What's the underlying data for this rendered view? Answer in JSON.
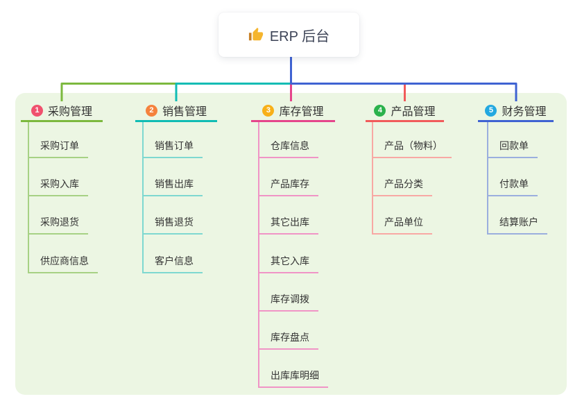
{
  "root": {
    "label": "ERP 后台",
    "icon": "thumbs-up-icon"
  },
  "canvas": {
    "background": "#ffffff",
    "panel_background": "#ecf6e3"
  },
  "connector_root_color": "#4a5fd0",
  "branches": [
    {
      "index": "1",
      "label": "采购管理",
      "badge_color": "#f0516e",
      "line_color": "#7cb93e",
      "child_line_color": "#a6d184",
      "children": [
        "采购订单",
        "采购入库",
        "采购退货",
        "供应商信息"
      ]
    },
    {
      "index": "2",
      "label": "销售管理",
      "badge_color": "#f5823d",
      "line_color": "#10bcb4",
      "child_line_color": "#7ed8d0",
      "children": [
        "销售订单",
        "销售出库",
        "销售退货",
        "客户信息"
      ]
    },
    {
      "index": "3",
      "label": "库存管理",
      "badge_color": "#f8b018",
      "line_color": "#e5458b",
      "child_line_color": "#f094c6",
      "children": [
        "仓库信息",
        "产品库存",
        "其它出库",
        "其它入库",
        "库存调拨",
        "库存盘点",
        "出库库明细"
      ]
    },
    {
      "index": "4",
      "label": "产品管理",
      "badge_color": "#2bb24c",
      "line_color": "#f15b5b",
      "child_line_color": "#f8a8a4",
      "children": [
        "产品（物料）",
        "产品分类",
        "产品单位"
      ]
    },
    {
      "index": "5",
      "label": "财务管理",
      "badge_color": "#23a8e0",
      "line_color": "#3f63d2",
      "child_line_color": "#9aaede",
      "children": [
        "回款单",
        "付款单",
        "结算账户"
      ]
    }
  ]
}
